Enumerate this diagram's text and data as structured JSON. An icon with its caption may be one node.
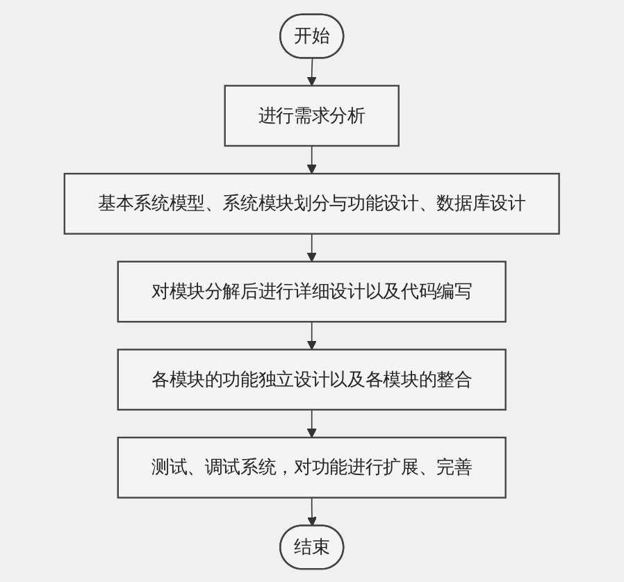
{
  "diagram": {
    "nodes": [
      {
        "text": [
          "开始"
        ]
      },
      {
        "text": [
          "进行需求分析"
        ]
      },
      {
        "text": [
          "基本系统模型、系统模块划分与功能设计、数据库设计"
        ]
      },
      {
        "text": [
          "对模块分解后进行详细设计以及代码编写"
        ]
      },
      {
        "text": [
          "各模块的功能独立设计以及各模块的整合"
        ]
      },
      {
        "text": [
          "测试、调试系统，对功能进行扩展、完善"
        ]
      },
      {
        "text": [
          "结束"
        ]
      }
    ],
    "edges": [
      {
        "from": 0,
        "to": 1,
        "arrow": "to"
      },
      {
        "from": 1,
        "to": 2,
        "arrow": "to"
      },
      {
        "from": 2,
        "to": 3,
        "arrow": "to"
      },
      {
        "from": 3,
        "to": 4,
        "arrow": "to"
      },
      {
        "from": 4,
        "to": 5,
        "arrow": "to"
      },
      {
        "from": 5,
        "to": 6,
        "arrow": "to"
      }
    ]
  }
}
